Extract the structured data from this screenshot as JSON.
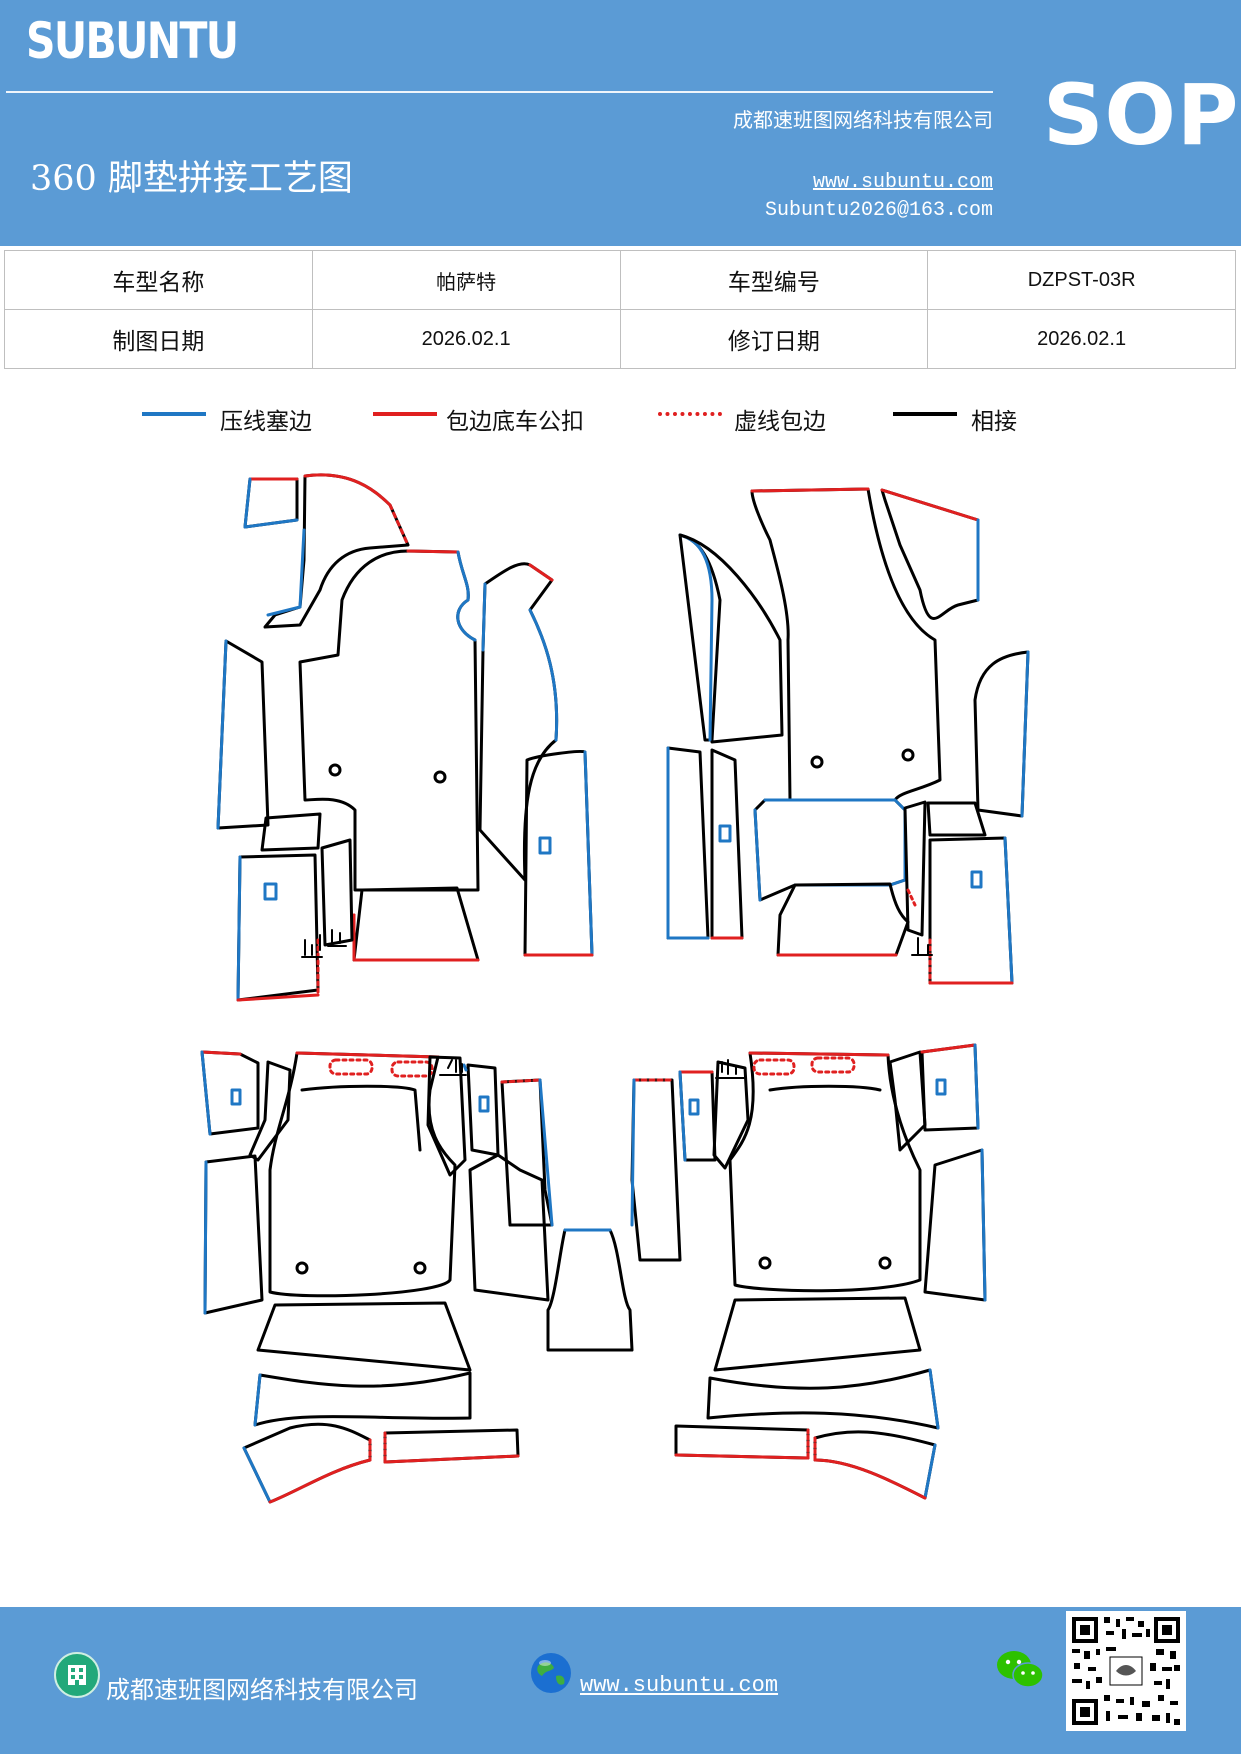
{
  "header": {
    "brand": "SUBUNTU",
    "company": "成都速班图网络科技有限公司",
    "title": "360 脚垫拼接工艺图",
    "website": "www.subuntu.com",
    "email": "Subuntu2026@163.com",
    "badge": "SOP"
  },
  "info_table": {
    "row1": {
      "label1": "车型名称",
      "value1": "帕萨特",
      "label2": "车型编号",
      "value2": "DZPST-03R"
    },
    "row2": {
      "label1": "制图日期",
      "value1": "2026.02.1",
      "label2": "修订日期",
      "value2": "2026.02.1"
    }
  },
  "legend": [
    {
      "label": "压线塞边",
      "color": "#1f77c4",
      "style": "solid"
    },
    {
      "label": "包边底车公扣",
      "color": "#e02020",
      "style": "solid"
    },
    {
      "label": "虚线包边",
      "color": "#e02020",
      "style": "dotted"
    },
    {
      "label": "相接",
      "color": "#000000",
      "style": "solid"
    }
  ],
  "footer": {
    "company": "成都速班图网络科技有限公司",
    "website": "www.subuntu.com"
  },
  "colors": {
    "brand_blue": "#5b9bd5",
    "press_line": "#1f77c4",
    "edge_red": "#e02020",
    "join": "#000000"
  }
}
